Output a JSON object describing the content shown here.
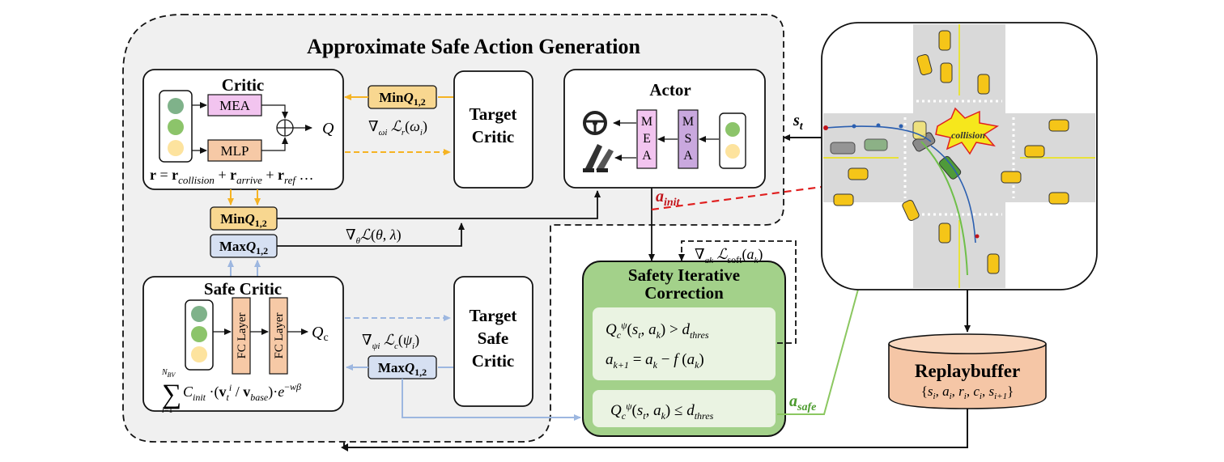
{
  "title": "Approximate Safe Action Generation",
  "critic": {
    "title": "Critic",
    "mea": "MEA",
    "mlp": "MLP",
    "out": "Q",
    "reward": "r = r_collision + r_arrive + r_ref …"
  },
  "target_critic": {
    "line1": "Target",
    "line2": "Critic"
  },
  "minq_top": "MinQ1,2",
  "grad_omega": "∇ωi ℒr(ωi)",
  "actor": {
    "title": "Actor",
    "mea": "MEA",
    "msa": "MSA"
  },
  "minq_mid": "MinQ1,2",
  "maxq_mid": "MaxQ1,2",
  "grad_theta": "∇θℒ(θ, λ)",
  "a_init": "a_init",
  "safe_critic": {
    "title": "Safe Critic",
    "fc1": "FC Layer",
    "fc2": "FC Layer",
    "out": "Qc",
    "formula": "Σ C_init·(v_t^i / v_base)·e^(−wβ)"
  },
  "target_safe_critic": {
    "line1": "Target",
    "line2": "Safe",
    "line3": "Critic"
  },
  "grad_psi": "∇ψi ℒc(ψi)",
  "maxq_low": "MaxQ1,2",
  "grad_soft": "∇ak ℒsoft(ak)",
  "sic": {
    "title1": "Safety Iterative",
    "title2": "Correction",
    "cond1": "Qcψ(st, ak) > dthres",
    "update": "ak+1 = ak − f(ak)",
    "cond2": "Qcψ(st, ak) ≤ dthres"
  },
  "a_safe": "a_safe",
  "s_t": "s_t",
  "collision": "collision",
  "replay": {
    "title": "Replaybuffer",
    "tuple": "{si, ai, ri, ci, si+1}"
  },
  "colors": {
    "orange_fill": "#f8d790",
    "orange_arrow": "#f5b323",
    "blue_fill": "#d6e0f2",
    "blue_arrow": "#9db7e0",
    "pink_fill": "#f2c4ef",
    "tan_fill": "#f6c9a6",
    "purple_fill": "#c9a8de",
    "green_fill": "#a3d18a",
    "green_dark": "#2d7a26",
    "red": "#e02020",
    "replay_fill": "#f5c6a6"
  }
}
